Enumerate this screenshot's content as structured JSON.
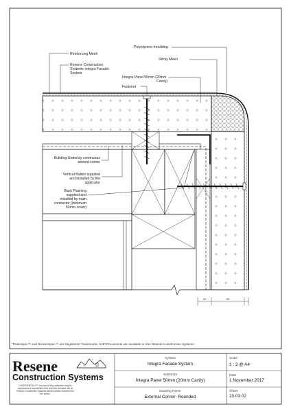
{
  "annotations": {
    "polystyrene_moulding": "Polystyrene moulding",
    "reinforcing_mesh": "Reinforcing Mesh",
    "resene_system_1": "Resene Construction",
    "resene_system_2": "Systems Integra Facade",
    "resene_system_3": "System",
    "sticky_mesh": "Sticky Mesh",
    "integra_panel_1": "Integra Panel 50mm (20mm",
    "integra_panel_2": "Cavity)",
    "fastener": "Fastener",
    "underlay_1": "Building Underlay continuous",
    "underlay_2": "around corner",
    "batten_1": "Vertical Batten supplied",
    "batten_2": "and installed by the",
    "batten_3": "applicator",
    "flashing_1": "Back Flashing",
    "flashing_2": "supplied and",
    "flashing_3": "installed by main",
    "flashing_4": "contractor (minimum",
    "flashing_5": "50mm cover)"
  },
  "dimensions": {
    "d1": "20",
    "d2": "30"
  },
  "footer": {
    "trademark": "TradeSpec™ and RenderSpec™ are Registered Trademarks, both Documents are available on the Resene Construction Systems"
  },
  "title_block": {
    "logo_line1": "Resene",
    "logo_line2": "Construction Systems",
    "confidential_1": "CONFIDENTIALITY: No part of this publication may be",
    "confidential_2": "reproduced or transmitted other than the intended use by",
    "confidential_3": "Resene Construction Systems without written consent from",
    "confidential_4": "the author.",
    "system_label": "System",
    "system_value": "Integra Facade System",
    "scale_label": "Scale",
    "scale_value": "1 : 2 @ A4",
    "substrate_label": "Substrate",
    "substrate_value": "Integra Panel 50mm (20mm Cavity)",
    "date_label": "Date",
    "date_value": "1 November 2017",
    "drawing_name_label": "Drawing Name",
    "drawing_name_value": "External Corner- Rounded",
    "sheet_label": "Sheet",
    "sheet_value": "10.03.02"
  },
  "colors": {
    "line": "#111111",
    "panel_fill": "#ffffff",
    "mesh": "#333333"
  }
}
